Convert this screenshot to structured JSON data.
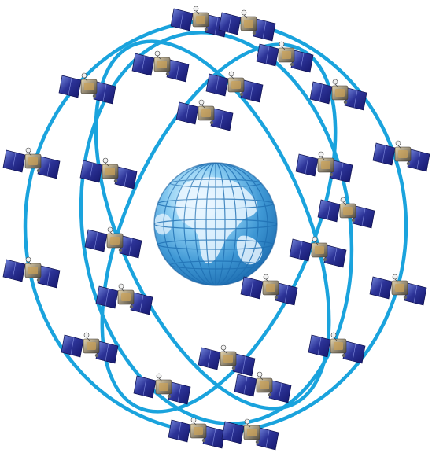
{
  "scene": {
    "subject": "satellite-constellation-around-globe",
    "colors": {
      "background": "#ffffff",
      "orbit": "#1aa3dd",
      "globe_light": "#d8f0ff",
      "globe_mid": "#5fb4e6",
      "globe_dark": "#1f6fb2",
      "landmass": "#e9f6ff",
      "panel_dark": "#14166a",
      "panel_light": "#6a80d8",
      "satellite_body": "#9a8f78",
      "satellite_gold": "#c9a25a"
    },
    "icons": {
      "globe": "globe-icon",
      "satellite": "satellite-icon"
    },
    "satellite_count": 26,
    "orbit_count": 4
  }
}
